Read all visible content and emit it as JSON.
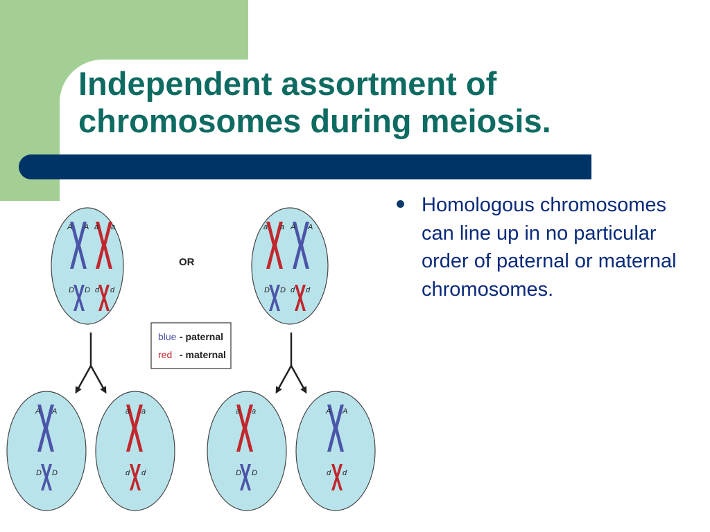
{
  "slide": {
    "title": "Independent assortment of chromosomes during meiosis.",
    "bullets": [
      "Homologous chromosomes can line up in no particular order of paternal or maternal chromosomes."
    ]
  },
  "diagram": {
    "or_label": "OR",
    "legend": {
      "paternal_color_word": "blue",
      "paternal_label": "- paternal",
      "maternal_color_word": "red",
      "maternal_label": "- maternal"
    },
    "allele_labels": {
      "big_dominant": "A",
      "big_recessive": "a",
      "small_dominant": "D",
      "small_recessive": "d"
    }
  },
  "colors": {
    "green_band": "#a3cf95",
    "title_text": "#0e6b62",
    "navy_bar": "#003366",
    "cell_fill": "#b9e3ea",
    "paternal_blue": "#4b55a8",
    "maternal_red": "#c1272d",
    "bullet_text": "#0a2a7a"
  }
}
